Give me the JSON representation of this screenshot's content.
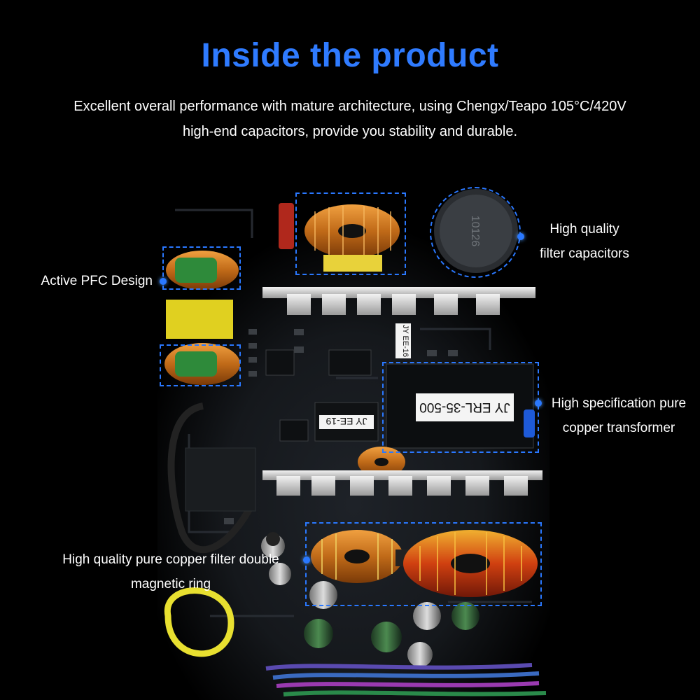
{
  "title": "Inside the product",
  "subtitle_line1": "Excellent overall performance with mature architecture, using Chengx/Teapo 105°C/420V",
  "subtitle_line2": "high-end capacitors, provide you stability and durable.",
  "callouts": {
    "filter_capacitors": {
      "line1": "High quality",
      "line2": "filter capacitors"
    },
    "pfc": {
      "line1": "Active PFC Design"
    },
    "transformer": {
      "line1": "High specification pure",
      "line2": "copper transformer"
    },
    "magnetic_ring": {
      "line1": "High quality pure  copper filter double",
      "line2": "magnetic ring"
    }
  },
  "component_markings": {
    "transformer_main": "JY ERL-35-500",
    "transformer_small": "JY EE-19",
    "transformer_side": "JY EE-16",
    "capacitor_top": "10126"
  },
  "colors": {
    "accent": "#2f7bff",
    "dashed_box": "#2a78ff",
    "text": "#ffffff",
    "background": "#000000"
  }
}
